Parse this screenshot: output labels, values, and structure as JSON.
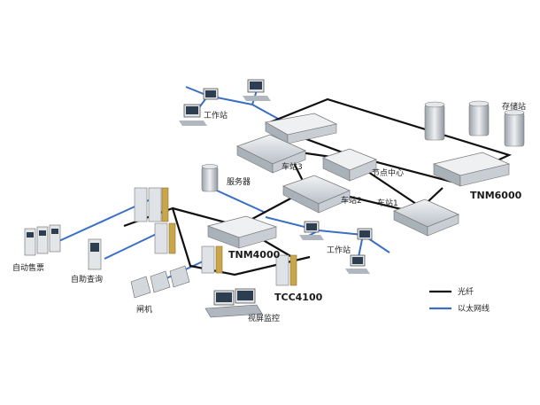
{
  "colors": {
    "fiber": "#111111",
    "ethernet": "#3a6fc4",
    "device": "#d9dde2",
    "device_dark": "#8e969f",
    "gold": "#c9a64a"
  },
  "labels": {
    "workstation_top": "工作站",
    "storage": "存储站",
    "station3": "车站3",
    "node_center": "节点中心",
    "tnm6000": "TNM6000",
    "server": "服务器",
    "station2": "车站2",
    "station1": "车站1",
    "tnm4000": "TNM4000",
    "workstation_mid": "工作站",
    "ticket_machine": "自动售票",
    "self_query": "自助查询",
    "tcc4100": "TCC4100",
    "gate": "闸机",
    "video_monitor": "视屏监控"
  },
  "legend": {
    "fiber": "光纤",
    "ethernet": "以太网线"
  }
}
